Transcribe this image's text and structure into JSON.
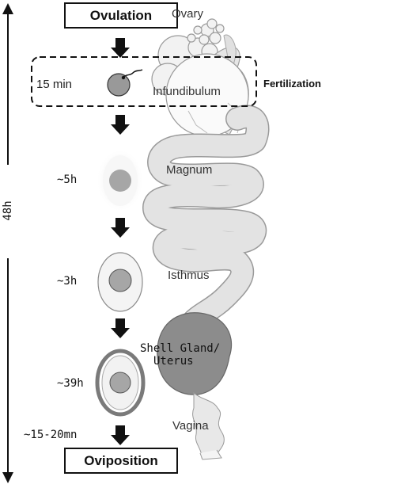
{
  "start_label": "Ovulation",
  "end_label": "Oviposition",
  "total_time": "48h",
  "fertilization_label": "Fertilization",
  "organs": {
    "ovary": "Ovary",
    "infundibulum": "Infundibulum",
    "magnum": "Magnum",
    "isthmus": "Isthmus",
    "shell_gland_line1": "Shell Gland/",
    "shell_gland_line2": "Uterus",
    "vagina": "Vagina"
  },
  "durations": {
    "infundibulum": "15 min",
    "magnum": "~5h",
    "isthmus": "~3h",
    "shell_gland": "~39h",
    "vagina": "~15-20mn"
  },
  "colors": {
    "oviduct_fill": "#e3e3e3",
    "shell_gland_fill": "#8c8c8c",
    "yolk_fill": "#a6a6a6"
  }
}
